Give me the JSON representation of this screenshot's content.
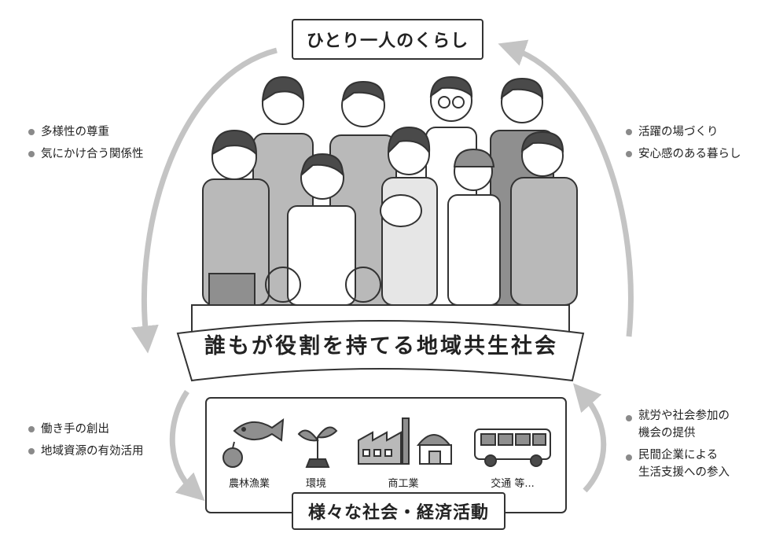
{
  "top_title": "ひとり一人のくらし",
  "bottom_title": "様々な社会・経済活動",
  "banner": "誰もが役割を持てる地域共生社会",
  "left_upper_bullets": [
    "多様性の尊重",
    "気にかけ合う関係性"
  ],
  "right_upper_bullets": [
    "活躍の場づくり",
    "安心感のある暮らし"
  ],
  "left_lower_bullets": [
    "働き手の創出",
    "地域資源の有効活用"
  ],
  "right_lower_bullets": [
    {
      "line1": "就労や社会参加の",
      "line2": "機会の提供"
    },
    {
      "line1": "民間企業による",
      "line2": "生活支援への参入"
    }
  ],
  "activities": [
    "農林漁業",
    "環境",
    "商工業",
    "交通 等..."
  ],
  "icons": [
    "fish-icon",
    "apple-icon",
    "sprout-icon",
    "factory-icon",
    "shop-icon",
    "bus-icon"
  ],
  "colors": {
    "arrow": "#c4c4c4",
    "outline": "#333333",
    "fill_light": "#e6e6e6",
    "fill_mid": "#b9b9b9",
    "fill_dark": "#8f8f8f"
  }
}
